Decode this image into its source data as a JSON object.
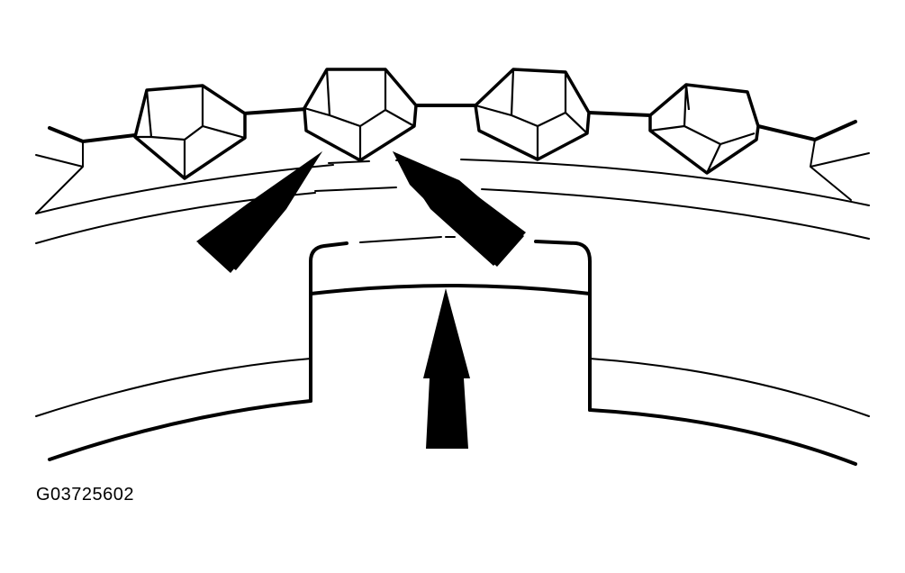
{
  "figure": {
    "code": "G03725602",
    "colors": {
      "line": "#000000",
      "background": "#ffffff",
      "arrow_fill": "#000000"
    },
    "depicted_parts": {
      "diamond_segments": 4,
      "arrows": 3
    }
  }
}
